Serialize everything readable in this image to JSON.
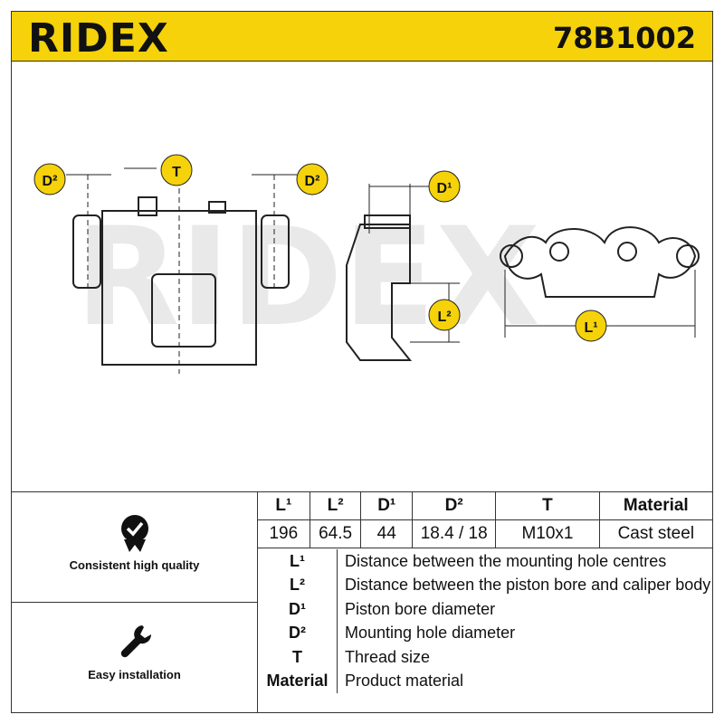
{
  "header": {
    "brand": "RIDEX",
    "part_number": "78B1002"
  },
  "colors": {
    "header_bg": "#f5d20a",
    "line": "#333333"
  },
  "dimension_tags": {
    "d2_left": "D²",
    "t": "T",
    "d2_right": "D²",
    "d1": "D¹",
    "l2": "L²",
    "l1": "L¹"
  },
  "watermark": "RIDEX",
  "badges": [
    {
      "icon": "checkmark-seal-icon",
      "label": "Consistent high quality"
    },
    {
      "icon": "wrench-icon",
      "label": "Easy installation"
    }
  ],
  "spec_table": {
    "headers": [
      "L¹",
      "L²",
      "D¹",
      "D²",
      "T",
      "Material"
    ],
    "values": [
      "196",
      "64.5",
      "44",
      "18.4 / 18",
      "M10x1",
      "Cast steel"
    ]
  },
  "legend": [
    {
      "key": "L¹",
      "desc": "Distance between the mounting hole centres"
    },
    {
      "key": "L²",
      "desc": "Distance between the piston bore and caliper body"
    },
    {
      "key": "D¹",
      "desc": "Piston bore diameter"
    },
    {
      "key": "D²",
      "desc": "Mounting hole diameter"
    },
    {
      "key": "T",
      "desc": "Thread size"
    },
    {
      "key": "Material",
      "desc": "Product material"
    }
  ]
}
